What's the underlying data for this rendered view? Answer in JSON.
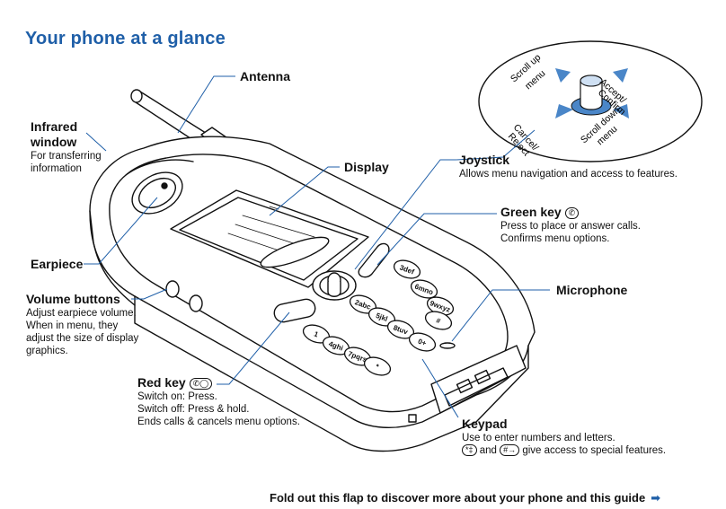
{
  "title": "Your phone at a glance",
  "labels": {
    "antenna": {
      "heading": "Antenna"
    },
    "infrared": {
      "heading1": "Infrared",
      "heading2": "window",
      "desc1": "For transferring",
      "desc2": "information"
    },
    "display": {
      "heading": "Display"
    },
    "joystick": {
      "heading": "Joystick",
      "desc1": "Allows menu navigation and access to features."
    },
    "green_key": {
      "heading": "Green key",
      "desc1": "Press to place or answer calls.",
      "desc2": "Confirms menu options."
    },
    "earpiece": {
      "heading": "Earpiece"
    },
    "microphone": {
      "heading": "Microphone"
    },
    "volume": {
      "heading": "Volume buttons",
      "desc1": "Adjust earpiece volume.",
      "desc2": "When in menu, they",
      "desc3": "adjust the size of display",
      "desc4": "graphics."
    },
    "red_key": {
      "heading": "Red key",
      "desc1": "Switch on: Press.",
      "desc2": "Switch off: Press & hold.",
      "desc3": "Ends calls & cancels menu options."
    },
    "keypad": {
      "heading": "Keypad",
      "desc1": "Use to enter numbers and letters.",
      "desc2_and": "and",
      "desc2_rest": "give access to special features.",
      "star_key": "*‡",
      "hash_key": "#→"
    }
  },
  "joystick_inset": {
    "scroll_up": "Scroll up menu",
    "scroll_up_1": "Scroll up",
    "scroll_up_2": "menu",
    "accept_1": "Accept/",
    "accept_2": "Confirm",
    "cancel_1": "Cancel/",
    "cancel_2": "Reject",
    "scroll_down_1": "Scroll down",
    "scroll_down_2": "menu"
  },
  "keys": {
    "k1": "1",
    "k2": "2abc",
    "k3": "3def",
    "k4": "4ghi",
    "k5": "5jkl",
    "k6": "6mno",
    "k7": "7pqrs",
    "k8": "8tuv",
    "k9": "9wxyz",
    "k0": "0+",
    "kstar": "*",
    "khash": "#"
  },
  "footer": "Fold out this flap to discover more about your phone and this guide",
  "colors": {
    "accent": "#1f5fa8",
    "joystick_blue": "#4a86c8"
  }
}
